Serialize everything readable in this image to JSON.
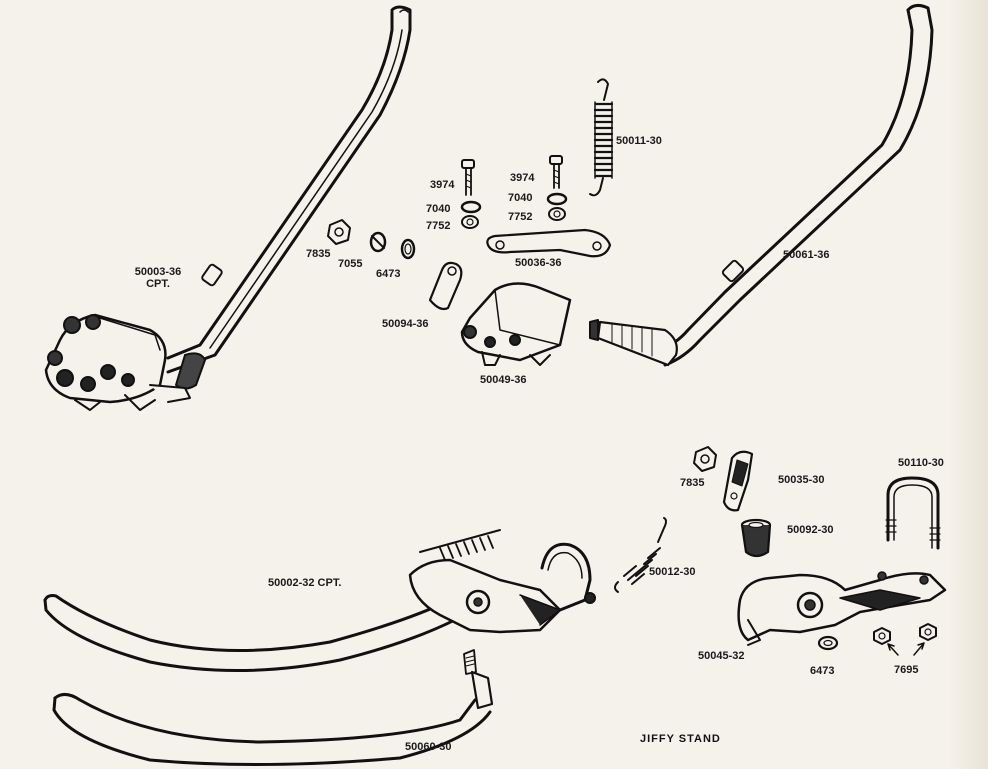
{
  "diagram": {
    "title": "JIFFY STAND",
    "labels": {
      "p50003": "50003-36",
      "p50003_sub": "CPT.",
      "p7835a": "7835",
      "p7055": "7055",
      "p6473a": "6473",
      "p3974a": "3974",
      "p7040a": "7040",
      "p7752a": "7752",
      "p3974b": "3974",
      "p7040b": "7040",
      "p7752b": "7752",
      "p50011": "50011-30",
      "p50036": "50036-36",
      "p50094": "50094-36",
      "p50049": "50049-36",
      "p50061": "50061-36",
      "p7835b": "7835",
      "p50035": "50035-30",
      "p50110": "50110-30",
      "p50092": "50092-30",
      "p50002": "50002-32 CPT.",
      "p50012": "50012-30",
      "p50045": "50045-32",
      "p6473b": "6473",
      "p7695": "7695",
      "p50060": "50060-30"
    }
  }
}
